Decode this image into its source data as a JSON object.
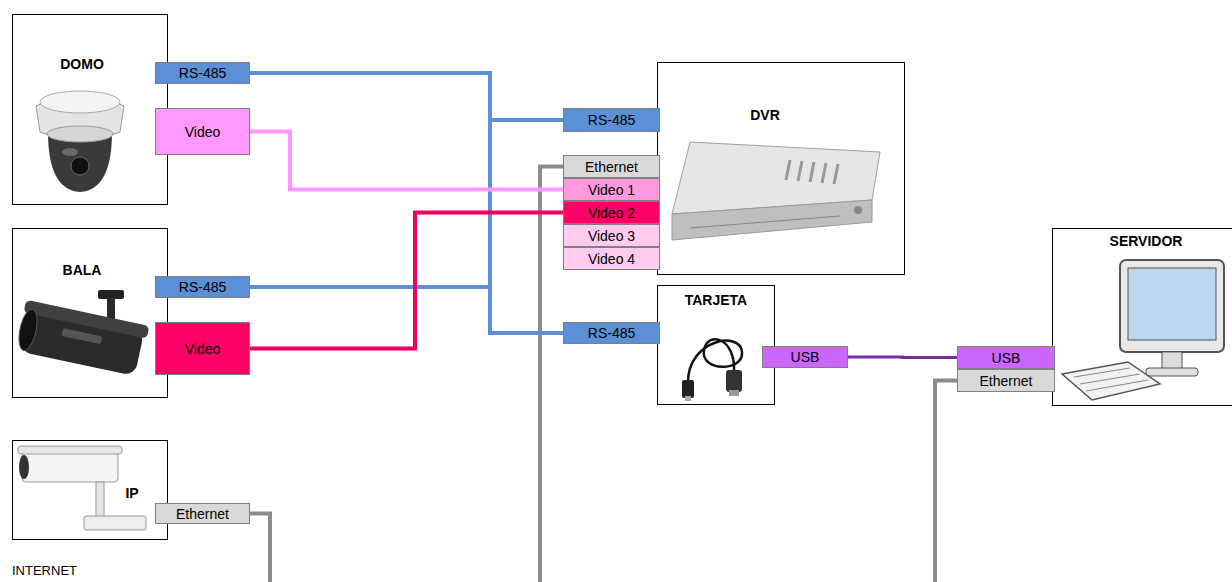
{
  "diagram": {
    "nodes": [
      {
        "text": [
          "DOMO"
        ]
      },
      {
        "text": [
          "RS-485"
        ],
        "in": 0
      },
      {
        "text": [
          "Video"
        ],
        "in": 0
      },
      {
        "text": [
          "DVR"
        ]
      },
      {
        "text": [
          "RS-485"
        ],
        "in": 3
      },
      {
        "text": [
          "Ethernet"
        ],
        "in": 3
      },
      {
        "text": [
          "Video 1"
        ],
        "in": 3
      },
      {
        "text": [
          "Video 2"
        ],
        "in": 3
      },
      {
        "text": [
          "Video 3"
        ],
        "in": 3
      },
      {
        "text": [
          "Video 4"
        ],
        "in": 3
      },
      {
        "text": [
          "BALA"
        ]
      },
      {
        "text": [
          "RS-485"
        ],
        "in": 10
      },
      {
        "text": [
          "Video"
        ],
        "in": 10
      },
      {
        "text": [
          "TARJETA"
        ]
      },
      {
        "text": [
          "RS-485"
        ],
        "in": 13
      },
      {
        "text": [
          "USB"
        ],
        "in": 13
      },
      {
        "text": [
          "SERVIDOR"
        ]
      },
      {
        "text": [
          "USB"
        ],
        "in": 16
      },
      {
        "text": [
          "Ethernet"
        ],
        "in": 16
      },
      {
        "text": [
          "IP"
        ]
      },
      {
        "text": [
          "Ethernet"
        ],
        "in": 19
      }
    ],
    "edges": [
      {
        "from": 1,
        "to": 4,
        "arrow": "none"
      },
      {
        "from": 1,
        "to": 14,
        "arrow": "none"
      },
      {
        "from": 11,
        "to": 4,
        "arrow": "none"
      },
      {
        "from": 11,
        "to": 14,
        "arrow": "none"
      },
      {
        "from": 2,
        "to": 6,
        "arrow": "none"
      },
      {
        "from": 12,
        "to": 7,
        "arrow": "none"
      },
      {
        "from": 15,
        "to": 17,
        "arrow": "none"
      }
    ],
    "labels": [
      "INTERNET"
    ]
  }
}
